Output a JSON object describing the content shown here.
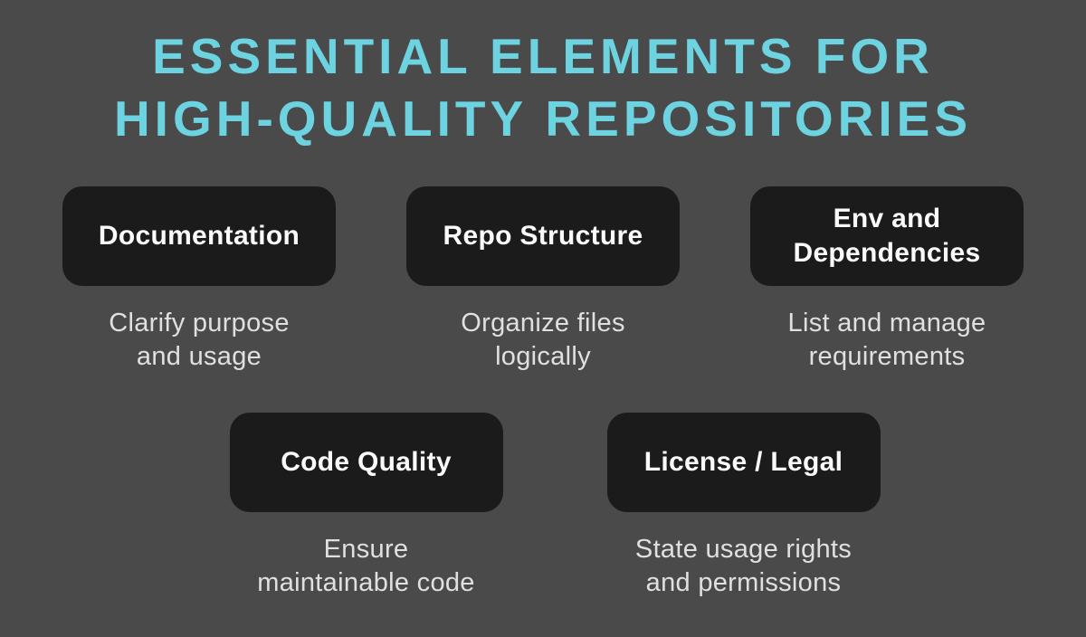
{
  "title": "ESSENTIAL ELEMENTS FOR\nHIGH-QUALITY REPOSITORIES",
  "colors": {
    "background": "#4a4a4a",
    "card_background": "#1b1b1c",
    "title_accent": "#6dd3e0",
    "card_title_text": "#fafafa",
    "description_text": "#e0e0e0"
  },
  "cards": [
    {
      "title": "Documentation",
      "description": "Clarify purpose\nand usage"
    },
    {
      "title": "Repo Structure",
      "description": "Organize files\nlogically"
    },
    {
      "title": "Env and\nDependencies",
      "description": "List and manage\nrequirements"
    },
    {
      "title": "Code Quality",
      "description": "Ensure\nmaintainable code"
    },
    {
      "title": "License / Legal",
      "description": "State usage rights\nand permissions"
    }
  ]
}
